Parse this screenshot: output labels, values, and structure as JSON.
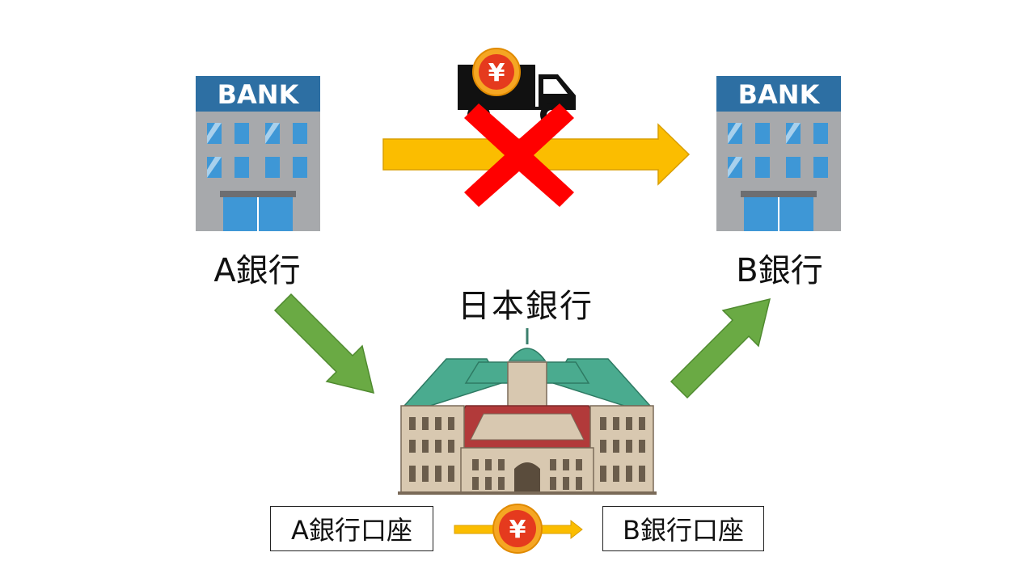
{
  "bank_a": {
    "sign": "BANK",
    "label": "A銀行"
  },
  "bank_b": {
    "sign": "BANK",
    "label": "B銀行"
  },
  "central_bank": {
    "label": "日本銀行"
  },
  "accounts": {
    "a_label": "A銀行口座",
    "b_label": "B銀行口座"
  },
  "yen_symbol": "¥",
  "colors": {
    "bank_sign": "#2d6fa3",
    "bank_body": "#a7a9ac",
    "bank_window": "#3e97d6",
    "direct_arrow": "#fbbd00",
    "cross": "#ff0000",
    "settlement_arrow": "#6aaa44",
    "coin": "#f5a623",
    "roof": "#4aab8f"
  },
  "icons": [
    "bank-building-icon",
    "truck-icon",
    "yen-coin-icon",
    "cross-mark-icon",
    "central-bank-building-icon"
  ]
}
